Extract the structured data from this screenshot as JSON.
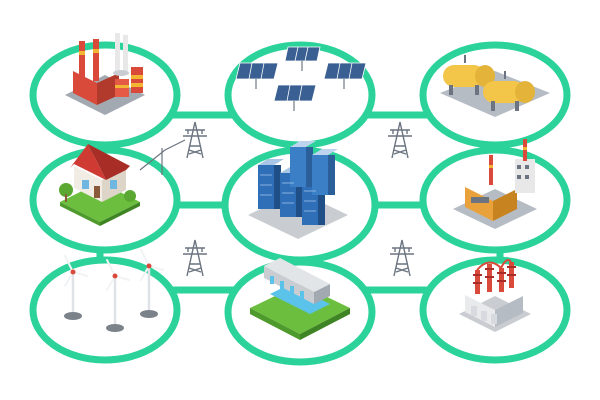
{
  "colors": {
    "ring": "#2bd39a",
    "background": "#ffffff",
    "building_red": "#d94a3a",
    "stripe_yellow": "#f2b632",
    "server_blue": "#2e6fb7",
    "panel_blue": "#3a5f93",
    "tank_yellow": "#f3c548",
    "roof_red": "#cf3b33",
    "grass_green": "#6cbf3e",
    "concrete": "#c9cdd2",
    "water": "#5bc2ea"
  },
  "nodes": [
    {
      "id": "thermal-power-plant",
      "icon": "factory-chimneys-icon"
    },
    {
      "id": "solar-farm",
      "icon": "solar-panel-icon"
    },
    {
      "id": "gas-storage",
      "icon": "gas-tank-icon"
    },
    {
      "id": "residential-house",
      "icon": "house-icon"
    },
    {
      "id": "data-center",
      "icon": "server-racks-icon"
    },
    {
      "id": "industrial-factory",
      "icon": "factory-icon"
    },
    {
      "id": "wind-farm",
      "icon": "wind-turbine-icon"
    },
    {
      "id": "hydro-dam",
      "icon": "dam-icon"
    },
    {
      "id": "substation",
      "icon": "substation-insulator-icon"
    }
  ],
  "connectors": [
    {
      "id": "top-left",
      "icon": "transmission-tower-icon"
    },
    {
      "id": "top-right",
      "icon": "transmission-tower-icon"
    },
    {
      "id": "bottom-left",
      "icon": "transmission-tower-icon"
    },
    {
      "id": "bottom-right",
      "icon": "transmission-tower-icon"
    }
  ]
}
